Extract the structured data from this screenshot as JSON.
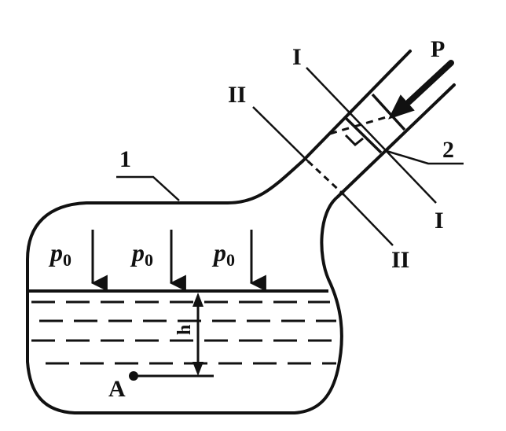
{
  "labels": {
    "force": "P",
    "piston": "2",
    "vessel": "1",
    "section_one": "I",
    "section_two": "II",
    "pressure_symbol": "p",
    "pressure_subscript": "0",
    "depth": "h",
    "point": "A"
  },
  "colors": {
    "ink": "#111111",
    "background": "#ffffff"
  }
}
